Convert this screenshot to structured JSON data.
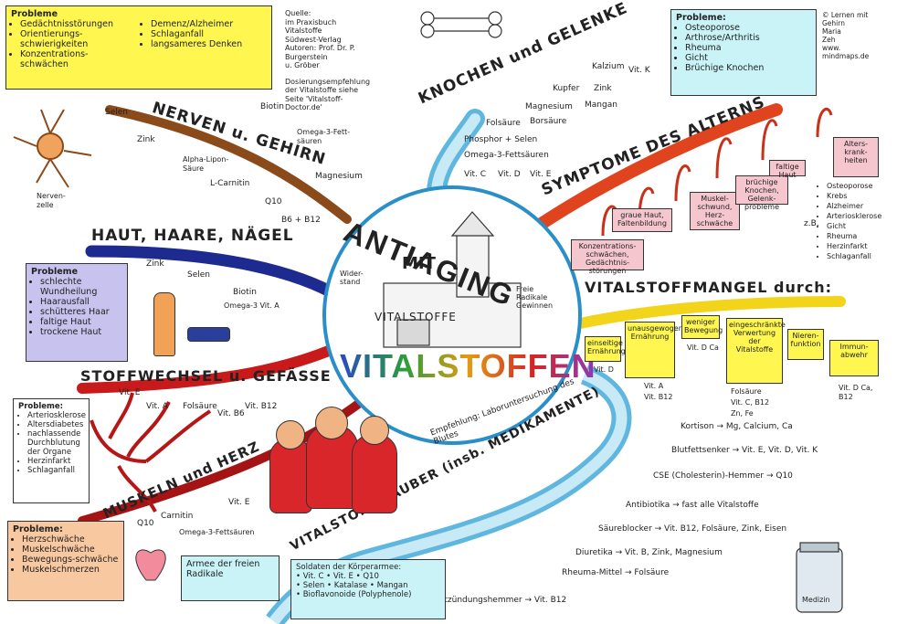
{
  "center": {
    "title": "ANTIAGING",
    "subtitle": "MIT",
    "word": "VITALSTOFFEN",
    "castle_label": "VITALSTOFFE",
    "left_note": "Wider-stand",
    "right_note": "Freie Radikale Gewinnen"
  },
  "top_left_box": {
    "heading": "Probleme",
    "col1": [
      "Gedächtnisstörungen",
      "Orientierungs-schwierigkeiten",
      "Konzentrations-schwächen"
    ],
    "col2": [
      "Demenz/Alzheimer",
      "Schlaganfall",
      "langsameres Denken"
    ]
  },
  "source": {
    "lines": [
      "Quelle:",
      "im Praxisbuch Vitalstoffe",
      "Südwest-Verlag",
      "Autoren: Prof. Dr. P. Burgerstein",
      "u. Gröber"
    ],
    "extra": [
      "Dosierungsempfehlung",
      "der Vitalstoffe siehe",
      "Seite 'Vitalstoff-",
      "Doctor.de'"
    ]
  },
  "top_right_box": {
    "heading": "Probleme:",
    "items": [
      "Osteoporose",
      "Arthrose/Arthritis",
      "Rheuma",
      "Gicht",
      "Brüchige Knochen"
    ]
  },
  "copyright": [
    "© Lernen mit",
    "Gehirn",
    "Maria",
    "Zeh",
    "www.",
    "mindmaps.de"
  ],
  "branches": {
    "nerven": "NERVEN u. GEHIRN",
    "knochen": "KNOCHEN und GELENKE",
    "symptome": "SYMPTOME DES ALTERNS",
    "haut": "HAUT, HAARE, NÄGEL",
    "mangel": "VITALSTOFFMANGEL durch:",
    "stoffwechsel": "STOFFWECHSEL u. GEFÄSSE",
    "muskeln": "MUSKELN und HERZ",
    "raeuber": "VITALSTOFF-RÄUBER (insb. MEDIKAMENTE)"
  },
  "nerven_items": [
    "Selen",
    "Biotin",
    "Zink",
    "Alpha-Lipon-Säure",
    "Omega-3-Fett-säuren",
    "L-Carnitin",
    "Magnesium",
    "Q10",
    "B6 + B12"
  ],
  "neuron_label": "Nerven-zelle",
  "knochen_items": [
    "Kalzium",
    "Vit. K",
    "Kupfer",
    "Zink",
    "Mangan",
    "Magnesium",
    "Folsäure",
    "Borsäure",
    "Phosphor + Selen",
    "Omega-3-Fettsäuren",
    "Vit. C",
    "Vit. D",
    "Vit. E"
  ],
  "symptome_boxes": [
    "Konzentrations-schwächen, Gedächtnis-störungen",
    "graue Haut, Faltenbildung",
    "Muskel-schwund, Herz-schwäche",
    "brüchige Knochen, Gelenk-probleme",
    "faltige Haut",
    "Alters-krank-heiten"
  ],
  "alters_items": [
    "Osteoporose",
    "Krebs",
    "Alzheimer",
    "Arteriosklerose",
    "Gicht",
    "Rheuma",
    "Herzinfarkt",
    "Schlaganfall"
  ],
  "alters_zb": "z.B.",
  "haut_items": [
    "Zink",
    "Selen",
    "Biotin",
    "Omega-3 Vit. A"
  ],
  "haut_box": {
    "heading": "Probleme",
    "items": [
      "schlechte Wundheilung",
      "Haarausfall",
      "schütteres Haar",
      "faltige Haut",
      "trockene Haut"
    ]
  },
  "mangel_boxes": [
    "einseitige Ernährung",
    "unausgewogene Ernährung",
    "weniger Bewegung",
    "eingeschränkte Verwertung der Vitalstoffe",
    "Nieren-funktion",
    "Immun-abwehr"
  ],
  "mangel_under": [
    "Vit. D",
    "Vit. A",
    "Vit. B12",
    "Vit. D Ca",
    "Folsäure",
    "Vit. C, B12",
    "Zn, Fe",
    "Vit. D Ca, B12"
  ],
  "stoff_items": [
    "Vit. A",
    "Vit. E",
    "Folsäure",
    "Vit. B6",
    "Vit. B12"
  ],
  "stoff_box": {
    "heading": "Probleme:",
    "items": [
      "Arteriosklerose",
      "Altersdiabetes",
      "nachlassende Durchblutung der Organe",
      "Herzinfarkt",
      "Schlaganfall"
    ]
  },
  "muskeln_items": [
    "Q10",
    "Carnitin",
    "Omega-3-Fettsäuren",
    "Vit. E"
  ],
  "muskel_box": {
    "heading": "Probleme:",
    "items": [
      "Herzschwäche",
      "Muskelschwäche",
      "Bewegungs-schwäche",
      "Muskelschmerzen"
    ]
  },
  "empfehlung": "Empfehlung: Laboruntersuchung des Blutes",
  "raeuber_items": [
    {
      "drug": "Kortison",
      "effect": "Mg, Calcium, Ca"
    },
    {
      "drug": "Blutfettsenker",
      "effect": "Vit. E, Vit. D, Vit. K"
    },
    {
      "drug": "CSE (Cholesterin)-Hemmer",
      "effect": "Q10"
    },
    {
      "drug": "Antibiotika",
      "effect": "fast alle Vitalstoffe"
    },
    {
      "drug": "Säureblocker",
      "effect": "Vit. B12, Folsäure, Zink, Eisen"
    },
    {
      "drug": "Diuretika",
      "effect": "Vit. B, Zink, Magnesium"
    },
    {
      "drug": "Rheuma-Mittel",
      "effect": "Folsäure"
    },
    {
      "drug": "Entzündungshemmer",
      "effect": "Vit. B12"
    }
  ],
  "armee": {
    "title": "Armee der freien Radikale",
    "soldiers_label": "Soldaten der Körperarmee:",
    "items": [
      "Vit. C",
      "Vit. E",
      "Q10",
      "Selen",
      "Katalase",
      "Mangan",
      "Bioflavonoide (Polyphenole)"
    ]
  },
  "pill_label": "Medizin"
}
